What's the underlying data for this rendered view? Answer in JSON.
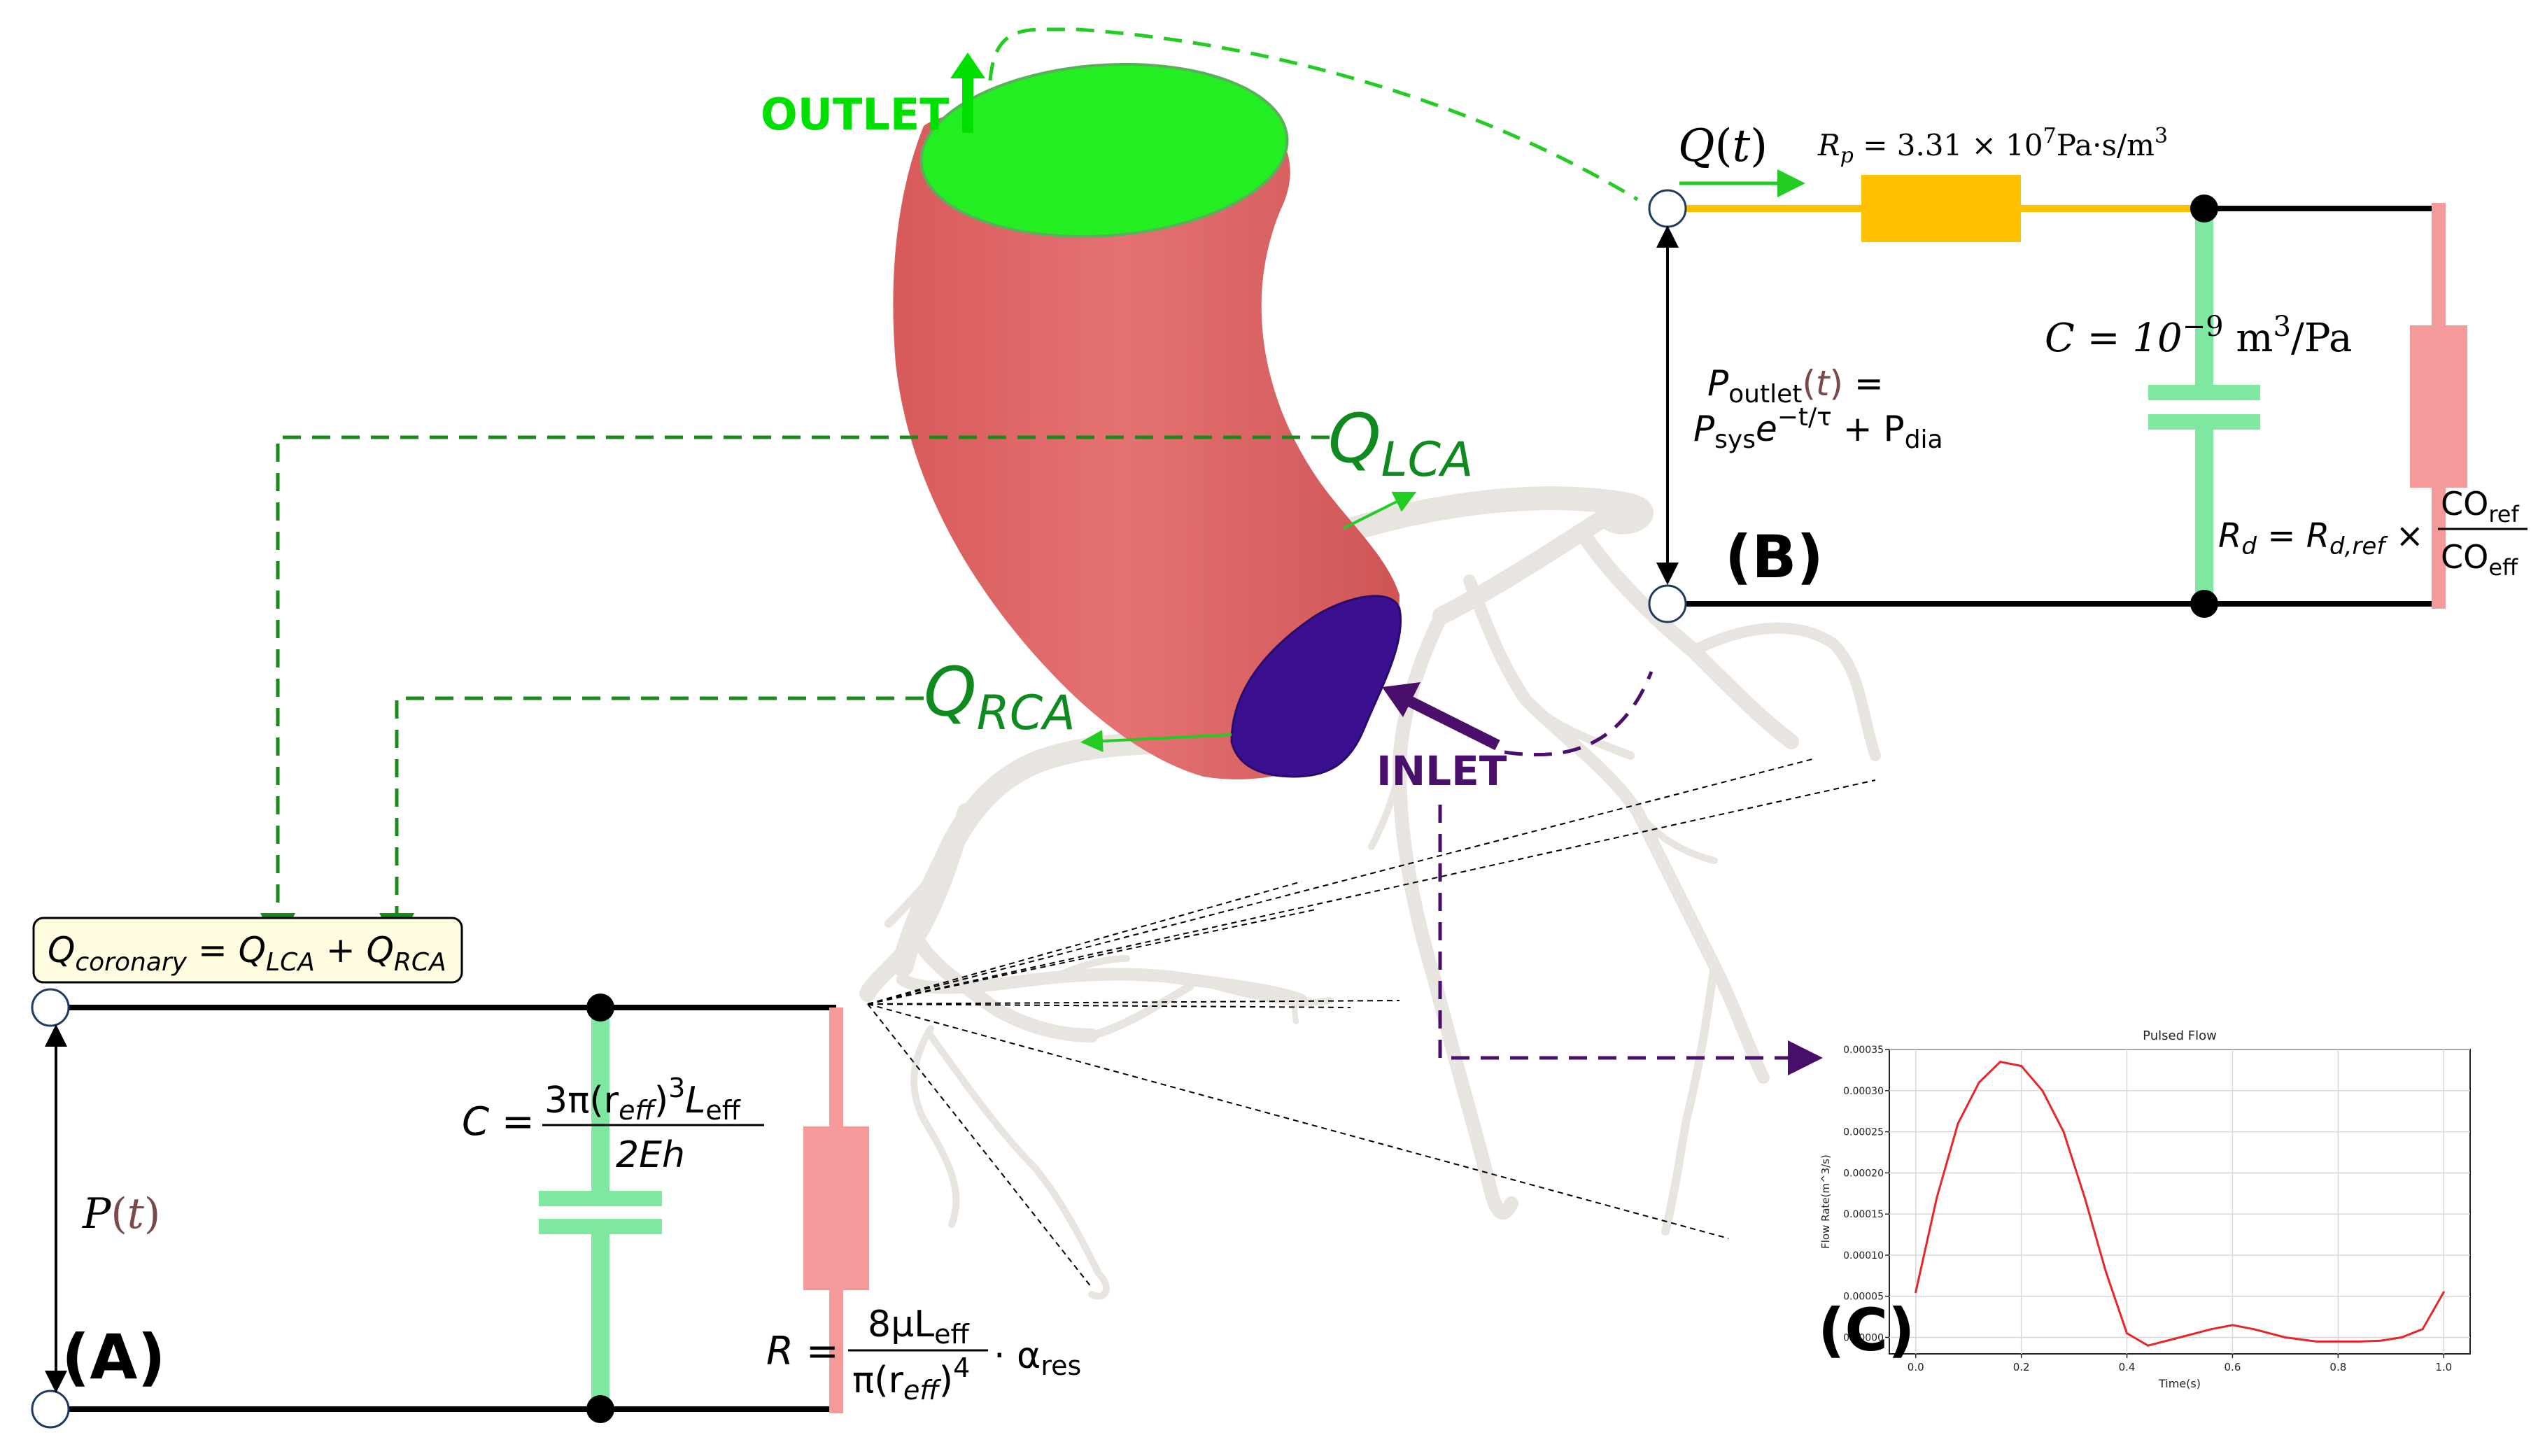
{
  "labels": {
    "outlet": "OUTLET",
    "inlet": "INLET",
    "q_lca": "Q",
    "q_lca_sub": "LCA",
    "q_rca": "Q",
    "q_rca_sub": "RCA",
    "panel_a": "(A)",
    "panel_b": "(B)",
    "panel_c": "(C)"
  },
  "circuit_a": {
    "coronary_eq": {
      "lhs": "Q",
      "lhs_sub": "coronary",
      "eq": " = Q",
      "sub1": "LCA",
      "plus": " + Q",
      "sub2": "RCA"
    },
    "pressure": {
      "sym": "P",
      "arg": "t"
    },
    "capacitance": {
      "lhs": "C =",
      "num": "3π(r",
      "num_sub": "eff",
      "num_sup": "3",
      "num_tail": "L",
      "num_tail_sub": "eff",
      "den": "2Eh"
    },
    "resistance": {
      "lhs": "R =",
      "num": "8μL",
      "num_sub": "eff",
      "den": "π(r",
      "den_sub": "eff",
      "den_sup": "4",
      "mult": "· α",
      "mult_sub": "res"
    }
  },
  "circuit_b": {
    "flow": {
      "sym": "Q",
      "arg": "t"
    },
    "rp": {
      "lhs": "R",
      "lhs_sub": "p",
      "rhs": "= 3.31 × 10",
      "exp": "7",
      "unit": "Pa·s/m",
      "unit_sup": "3"
    },
    "capacitance": {
      "lhs": "C = 10",
      "exp": "−9",
      "unit": " m",
      "unit_sup": "3",
      "unit_tail": "/Pa"
    },
    "pressure": {
      "sym": "P",
      "sub": "outlet",
      "arg": "t",
      "eq": " =",
      "line2": "P",
      "line2_sub": "sys",
      "line2_e": "e",
      "line2_sup": "−t/τ",
      "line2_tail": " + P",
      "line2_tail_sub": "dia"
    },
    "rd": {
      "lhs": "R",
      "lhs_sub": "d",
      "eq": " = R",
      "eq_sub": "d,ref",
      "mult": " ×",
      "num": "CO",
      "num_sub": "ref",
      "den": "CO",
      "den_sub": "eff"
    }
  },
  "colors": {
    "outlet_green": "#00e000",
    "q_green": "#0e8a1e",
    "dashed_green": "#1a8a1a",
    "inlet_purple": "#4a0f6b",
    "aorta": "#e06868",
    "outlet_cap": "#22ee22",
    "inlet_cap": "#3a0f90",
    "vessel": "#e8e4df",
    "capacitor": "#7ee8a0",
    "resistor": "#f59a9a",
    "rp": "#ffc000",
    "wire": "#000000",
    "line_red": "#e8262a"
  },
  "chart_data": {
    "type": "line",
    "title": "Pulsed Flow",
    "xlabel": "Time(s)",
    "ylabel": "Flow Rate(m^3/s)",
    "xlim": [
      -0.05,
      1.05
    ],
    "ylim": [
      -2e-05,
      0.00035
    ],
    "grid": true,
    "xticks": [
      "0.0",
      "0.2",
      "0.4",
      "0.6",
      "0.8",
      "1.0"
    ],
    "yticks": [
      "0.00000",
      "0.00005",
      "0.00010",
      "0.00015",
      "0.00020",
      "0.00025",
      "0.00030",
      "0.00035"
    ],
    "x": [
      0.0,
      0.04,
      0.08,
      0.12,
      0.16,
      0.2,
      0.24,
      0.28,
      0.32,
      0.36,
      0.4,
      0.44,
      0.5,
      0.56,
      0.6,
      0.64,
      0.7,
      0.76,
      0.8,
      0.84,
      0.88,
      0.92,
      0.96,
      1.0
    ],
    "y": [
      5.5e-05,
      0.00017,
      0.00026,
      0.00031,
      0.000335,
      0.00033,
      0.0003,
      0.00025,
      0.00017,
      8e-05,
      5e-06,
      -1e-05,
      0.0,
      1e-05,
      1.5e-05,
      1e-05,
      0.0,
      -5e-06,
      -5e-06,
      -5e-06,
      -4e-06,
      0.0,
      1e-05,
      5.5e-05
    ],
    "line_color": "#e8262a"
  }
}
